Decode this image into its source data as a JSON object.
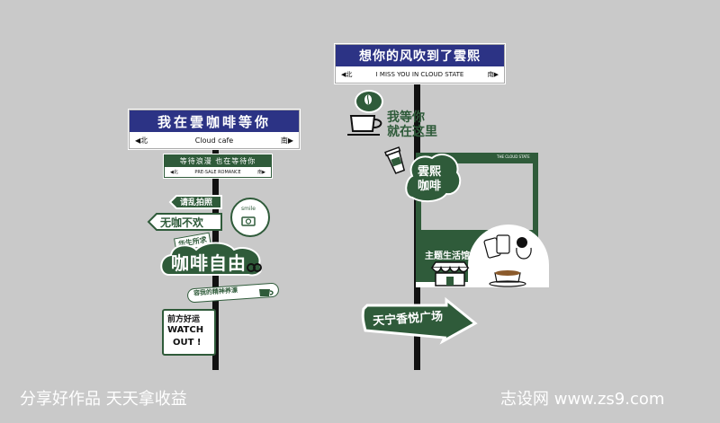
{
  "left_sign": {
    "title": "我在雲咖啡等你",
    "north": "◀北",
    "name": "Cloud cafe",
    "south": "南▶",
    "sub_title": "等待浪漫 也在等待你",
    "sub_north": "◀北",
    "sub_name": "PRE-SALE ROMANCE",
    "sub_south": "南▶",
    "arrow1": "请乱拍照",
    "arrow2": "无咖不欢",
    "smile": "smile",
    "tag": "华生所求",
    "big": "咖啡自由",
    "ribbon": "容我的精神养漂",
    "watch_cn": "前方好运",
    "watch_en1": "WATCH",
    "watch_en2": "OUT !"
  },
  "right_sign": {
    "title": "想你的风吹到了雲熙",
    "north": "◀北",
    "name": "I MISS YOU IN CLOUD STATE",
    "south": "南▶",
    "wait1": "我等你",
    "wait2": "就在这里",
    "bubble1": "雲熙",
    "bubble2": "咖啡",
    "frame_label": "THE CLOUD STATE",
    "shop": "主题生活馆",
    "arrow": "天宁香悦广场"
  },
  "footer": {
    "left": "分享好作品 天天拿收益",
    "right": "志设网 www.zs9.com"
  },
  "colors": {
    "navy": "#2c3385",
    "green": "#2f5b3a",
    "bg": "#c9c9c9"
  }
}
